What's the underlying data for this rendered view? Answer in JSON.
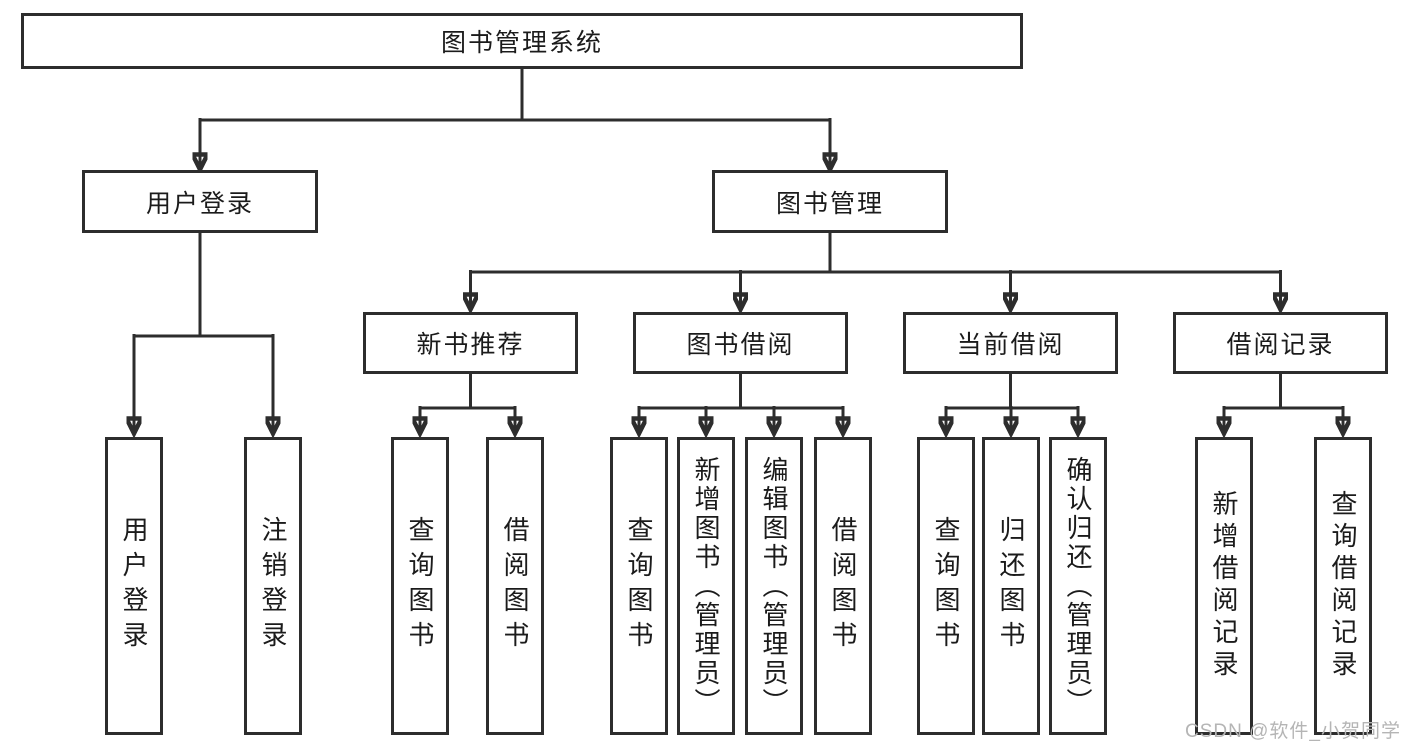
{
  "diagram": {
    "watermark": "CSDN @软件_小贺同学",
    "colors": {
      "line": "#2d2d2d",
      "box_border": "#2d2d2d",
      "box_fill": "#ffffff",
      "text": "#1b1b1b",
      "watermark": "#b5b5b5"
    },
    "tree": {
      "label": "图书管理系统",
      "children": [
        {
          "label": "用户登录",
          "children": [
            {
              "label": "用户登录"
            },
            {
              "label": "注销登录"
            }
          ]
        },
        {
          "label": "图书管理",
          "children": [
            {
              "label": "新书推荐",
              "children": [
                {
                  "label": "查询图书"
                },
                {
                  "label": "借阅图书"
                }
              ]
            },
            {
              "label": "图书借阅",
              "children": [
                {
                  "label": "查询图书"
                },
                {
                  "label": "新增图书（管理员）"
                },
                {
                  "label": "编辑图书（管理员）"
                },
                {
                  "label": "借阅图书"
                }
              ]
            },
            {
              "label": "当前借阅",
              "children": [
                {
                  "label": "查询图书"
                },
                {
                  "label": "归还图书"
                },
                {
                  "label": "确认归还（管理员）"
                }
              ]
            },
            {
              "label": "借阅记录",
              "children": [
                {
                  "label": "新增借阅记录"
                },
                {
                  "label": "查询借阅记录"
                }
              ]
            }
          ]
        }
      ]
    }
  }
}
